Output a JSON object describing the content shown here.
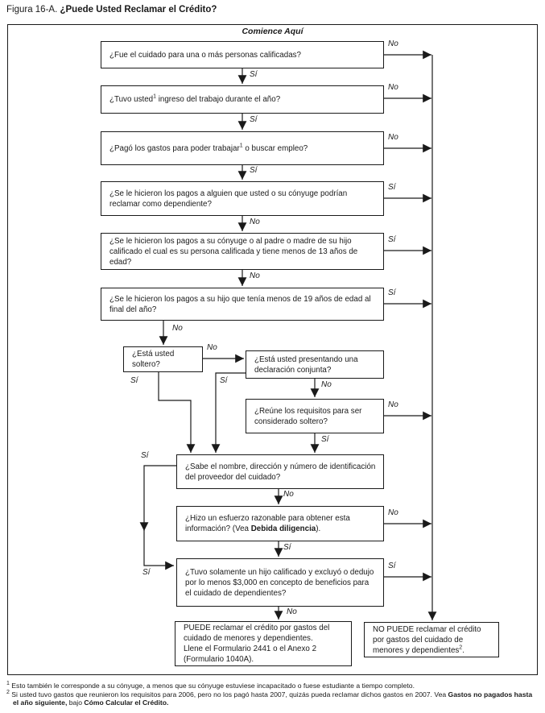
{
  "figure": {
    "label": "Figura 16-A.",
    "title": "¿Puede Usted Reclamar el Crédito?"
  },
  "start_label": "Comience Aquí",
  "edge_labels": {
    "yes": "Sí",
    "no": "No"
  },
  "questions": {
    "q1": {
      "text": "¿Fue el cuidado para una o más personas calificadas?"
    },
    "q2": {
      "pre": "¿Tuvo usted",
      "sup": "1",
      "post": " ingreso del trabajo durante el año?"
    },
    "q3": {
      "pre": "¿Pagó los gastos para poder trabajar",
      "sup": "1",
      "post": " o buscar empleo?"
    },
    "q4": {
      "text": "¿Se le hicieron los pagos a alguien que usted o su cónyuge podrían reclamar como dependiente?"
    },
    "q5": {
      "text": "¿Se le hicieron los pagos a su cónyuge o al padre o madre de su hijo calificado el cual es su persona calificada y tiene menos de 13 años de edad?"
    },
    "q6": {
      "text": "¿Se le hicieron los pagos a su hijo que tenía menos de 19 años de edad al final del año?"
    },
    "q7": {
      "text": "¿Está usted soltero?"
    },
    "q8": {
      "text": "¿Está usted presentando una declaración conjunta?"
    },
    "q9": {
      "text": "¿Reúne los requisitos para ser considerado soltero?"
    },
    "q10": {
      "text": "¿Sabe el nombre, dirección y número de identificación del proveedor del cuidado?"
    },
    "q11": {
      "pre": "¿Hizo un esfuerzo razonable para obtener esta información? (Vea ",
      "bold": "Debida diligencia",
      "post": ")."
    },
    "q12": {
      "text": "¿Tuvo solamente un hijo calificado y excluyó o dedujo por lo menos $3,000 en concepto de beneficios para el cuidado de dependientes?"
    }
  },
  "results": {
    "can": {
      "line1": "PUEDE reclamar el crédito por gastos del cuidado de menores y dependientes.",
      "line2": "Llene el Formulario 2441 o el Anexo 2 (Formulario 1040A)."
    },
    "cannot": {
      "pre": "NO PUEDE reclamar el crédito por gastos del cuidado de menores y dependientes",
      "sup": "2",
      "post": "."
    }
  },
  "footnotes": {
    "f1": {
      "sup": "1",
      "text": " Esto también le corresponde a su cónyuge, a menos que su cónyuge estuviese incapacitado o fuese estudiante a tiempo completo."
    },
    "f2": {
      "sup": "2",
      "pre": " Si usted tuvo gastos que reunieron los requisitos para 2006, pero no los pagó hasta 2007, quizás pueda reclamar dichos gastos en 2007. Vea ",
      "ref1": "Gastos no pagados hasta el año siguiente,",
      "mid": " bajo ",
      "ref2": "Cómo Calcular el Crédito."
    }
  }
}
